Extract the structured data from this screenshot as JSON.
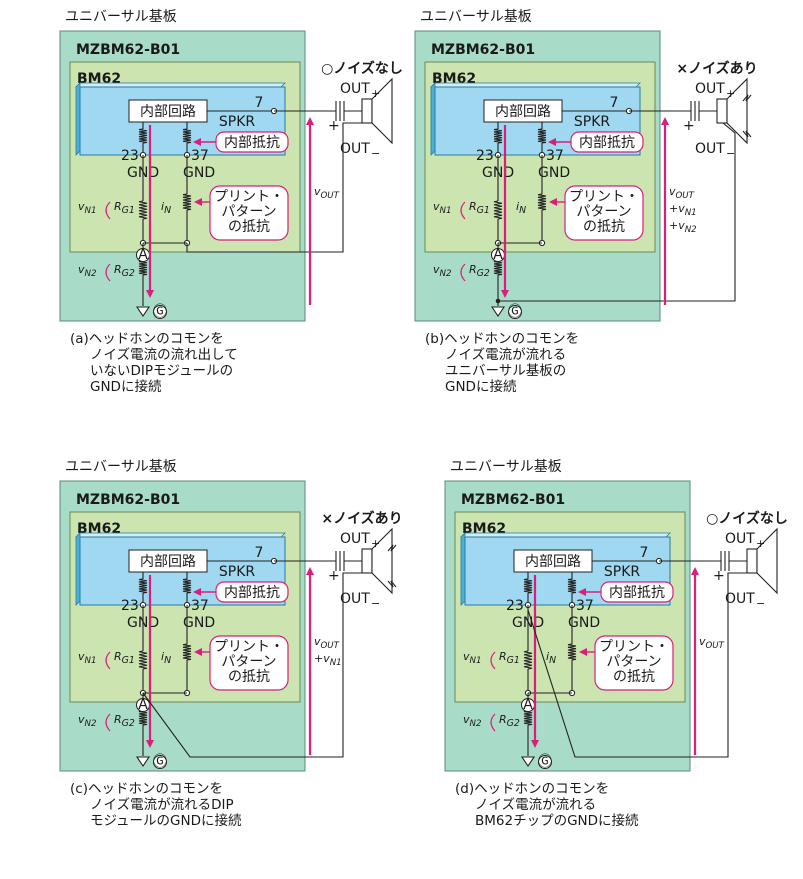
{
  "labels": {
    "universal_board": "ユニバーサル基板",
    "module": "MZBM62-B01",
    "chip": "BM62",
    "internal_circuit": "内部回路",
    "pin7": "7",
    "spkr": "SPKR",
    "internal_resistance": "内部抵抗",
    "pin23": "23",
    "pin37": "37",
    "gnd": "GND",
    "print_pattern": [
      "プリント・",
      "パターン",
      "の抵抗"
    ],
    "vn1": "vN1",
    "rg1": "RG1",
    "in": "iN",
    "node_a": "Ⓐ",
    "vn2": "vN2",
    "rg2": "RG2",
    "ground": "Ⓖ",
    "out_plus": "OUT+",
    "out_minus": "OUT−",
    "vout": "vOUT",
    "plus_vn1": "+vN1",
    "plus_vn2": "+vN2",
    "plus_sign": "+"
  },
  "panels": [
    {
      "id": "a",
      "status": "○ノイズなし",
      "vout_lines": [
        "vOUT"
      ],
      "caption": [
        "(a)ヘッドホンのコモンを",
        "ノイズ電流の流れ出して",
        "いないDIPモジュールの",
        "GNDに接続"
      ]
    },
    {
      "id": "b",
      "status": "×ノイズあり",
      "vout_lines": [
        "vOUT",
        "+vN1",
        "+vN2"
      ],
      "caption": [
        "(b)ヘッドホンのコモンを",
        "ノイズ電流が流れる",
        "ユニバーサル基板の",
        "GNDに接続"
      ]
    },
    {
      "id": "c",
      "status": "×ノイズあり",
      "vout_lines": [
        "vOUT",
        "+vN1"
      ],
      "caption": [
        "(c)ヘッドホンのコモンを",
        "ノイズ電流が流れるDIP",
        "モジュールのGNDに接続"
      ]
    },
    {
      "id": "d",
      "status": "○ノイズなし",
      "vout_lines": [
        "vOUT"
      ],
      "caption": [
        "(d)ヘッドホンのコモンを",
        "ノイズ電流が流れる",
        "BM62チップのGNDに接続"
      ]
    }
  ],
  "colors": {
    "board": "#a8dcc8",
    "module": "#cbe4b0",
    "chip": "#9fd8f0",
    "chip_dark": "#4ab0d6",
    "accent": "#d8207a",
    "line": "#222222"
  }
}
